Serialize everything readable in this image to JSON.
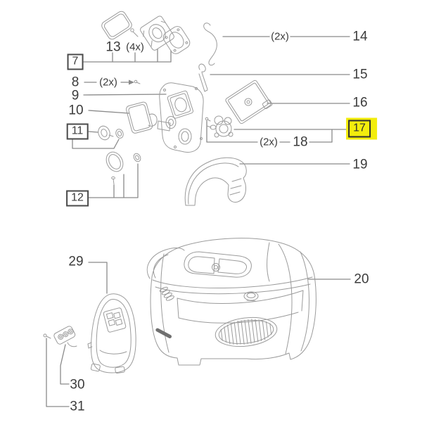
{
  "diagram": {
    "type": "exploded-parts-diagram",
    "background_color": "#ffffff",
    "leader_line_color": "#8a8a8a",
    "drawing_line_color": "#9b9b9b",
    "label_color": "#3c3c3c",
    "highlight_color": "#f3ed0c",
    "selected_callout": "17",
    "callouts": {
      "7": {
        "label": "7",
        "style": "boxed"
      },
      "8": {
        "label": "8",
        "qty": "(2x)"
      },
      "9": {
        "label": "9"
      },
      "10": {
        "label": "10"
      },
      "11": {
        "label": "11",
        "style": "boxed"
      },
      "12": {
        "label": "12",
        "style": "boxed"
      },
      "13": {
        "label": "13",
        "qty": "(4x)"
      },
      "14": {
        "label": "14",
        "qty": "(2x)"
      },
      "15": {
        "label": "15"
      },
      "16": {
        "label": "16"
      },
      "17": {
        "label": "17",
        "style": "boxed",
        "highlighted": true
      },
      "18": {
        "label": "18",
        "qty": "(2x)"
      },
      "19": {
        "label": "19"
      },
      "20": {
        "label": "20"
      },
      "29": {
        "label": "29"
      },
      "30": {
        "label": "30"
      },
      "31": {
        "label": "31"
      }
    }
  }
}
